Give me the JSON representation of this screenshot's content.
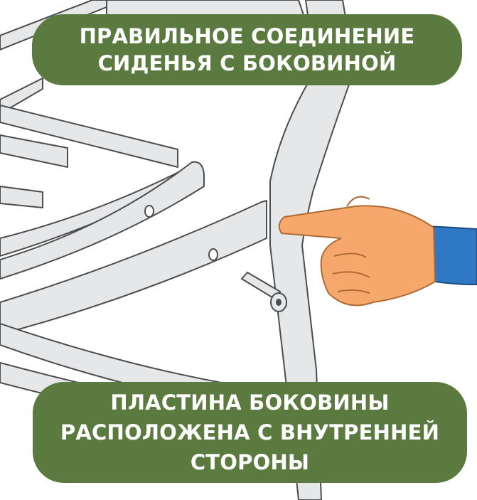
{
  "colors": {
    "banner_bg": "#5b7a3f",
    "banner_text": "#ffffff",
    "metal_fill": "#e6e7e9",
    "metal_stroke": "#4d4d4d",
    "skin": "#f6a86c",
    "sleeve": "#2f78c4"
  },
  "banner_top": {
    "line1": "ПРАВИЛЬНОЕ СОЕДИНЕНИЕ",
    "line2": "СИДЕНЬЯ С БОКОВИНОЙ"
  },
  "banner_bottom": {
    "line1": "ПЛАСТИНА БОКОВИНЫ",
    "line2": "РАСПОЛОЖЕНА С ВНУТРЕННЕЙ",
    "line3": "СТОРОНЫ"
  },
  "icons": {
    "hand": "pointing-hand-icon",
    "bolt": "bolt-icon"
  }
}
